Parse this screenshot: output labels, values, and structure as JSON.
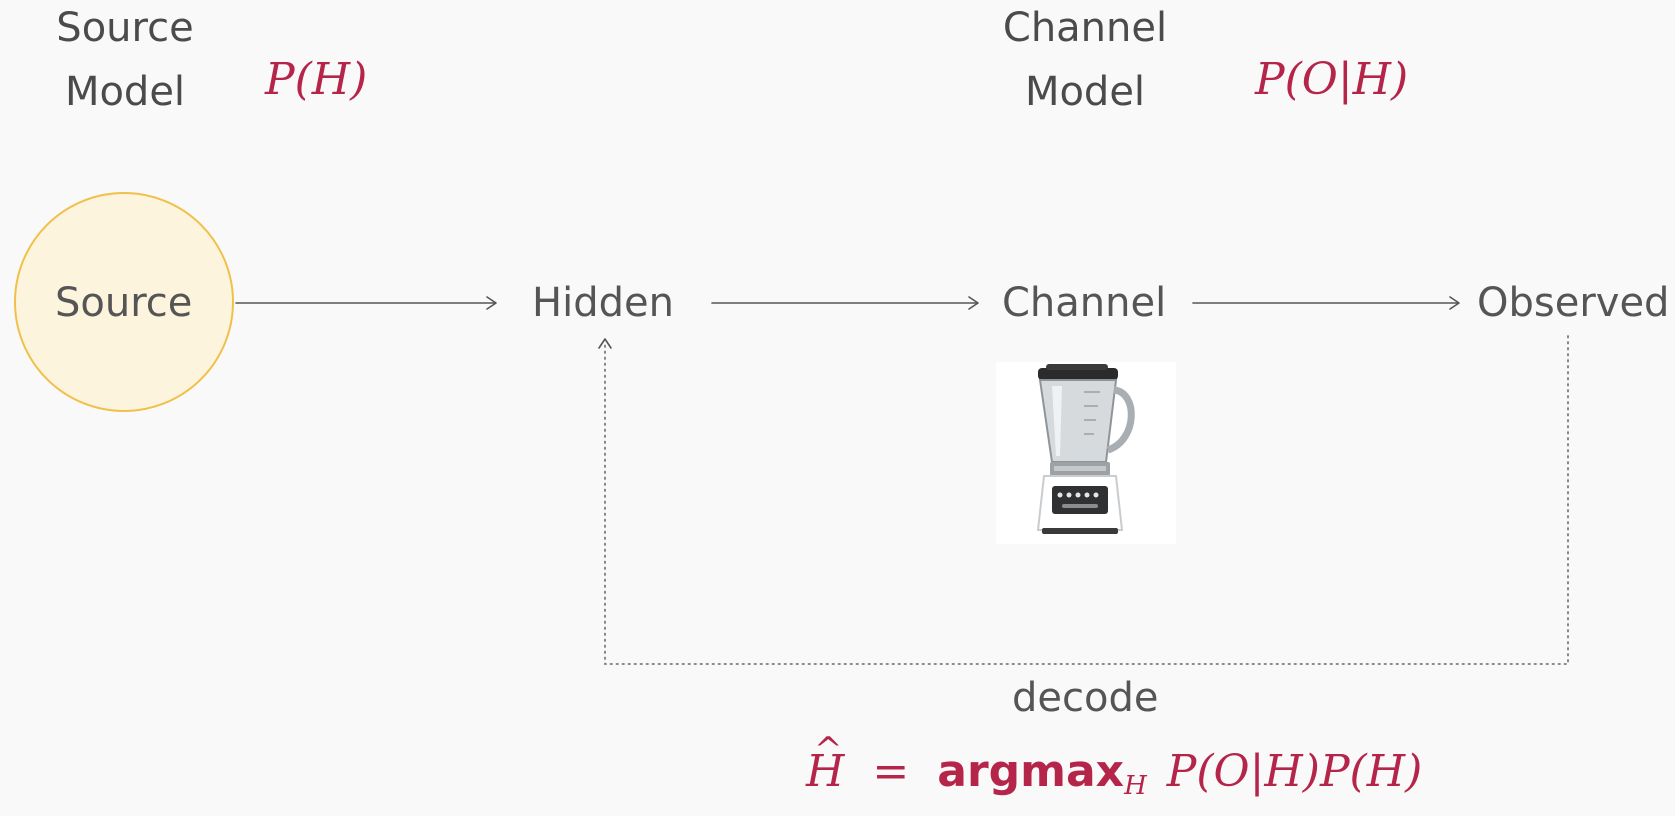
{
  "headings": {
    "source_model": [
      "Source",
      "Model"
    ],
    "channel_model": [
      "Channel",
      "Model"
    ]
  },
  "formulas": {
    "prior": "P(H)",
    "likelihood": "P(O|H)"
  },
  "nodes": {
    "source": "Source",
    "hidden": "Hidden",
    "channel": "Channel",
    "observed": "Observed"
  },
  "decode": {
    "label": "decode",
    "equation": {
      "lhs": "H",
      "equals": "=",
      "operator": "argmax",
      "subscript": "H",
      "rhs": "P(O|H)P(H)"
    }
  },
  "colors": {
    "accent": "#b5254a",
    "source_fill": "#fdf4de",
    "source_stroke": "#f0c04a",
    "text": "#4b4b4b"
  },
  "icons": {
    "channel_image": "blender-icon"
  }
}
